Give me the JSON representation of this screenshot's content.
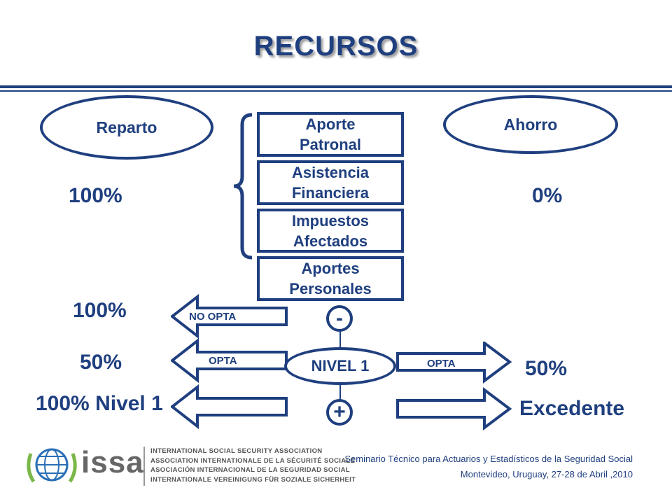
{
  "title": "RECURSOS",
  "left_oval": "Reparto",
  "right_oval": "Ahorro",
  "boxes": [
    "Aporte\nPatronal",
    "Asistencia\nFinanciera",
    "Impuestos\nAfectados",
    "Aportes\nPersonales"
  ],
  "pct_left_top": "100%",
  "pct_right_top": "0%",
  "pct_left_1": "100%",
  "pct_left_2": "50%",
  "pct_left_3": "100% Nivel 1",
  "pct_right_2": "50%",
  "right_excedente": "Excedente",
  "arrow_no_opta": "NO  OPTA",
  "arrow_opta_left": "OPTA",
  "arrow_opta_right": "OPTA",
  "nivel": "NIVEL 1",
  "minus": "-",
  "plus": "+",
  "footer": {
    "line1": "Seminario Técnico para Actuarios y Estadísticos de la Seguridad Social",
    "line2": "Montevideo, Uruguay, 27-28  de Abril ,2010"
  },
  "logo": {
    "word": "issa",
    "lines": [
      "INTERNATIONAL SOCIAL SECURITY ASSOCIATION",
      "ASSOCIATION INTERNATIONALE DE LA SÉCURITÉ SOCIALE",
      "ASOCIACIÓN INTERNACIONAL DE LA SEGURIDAD SOCIAL",
      "INTERNATIONALE VEREINIGUNG FÜR SOZIALE SICHERHEIT"
    ]
  },
  "colors": {
    "primary": "#1f3f7f",
    "logo_green": "#7ab648",
    "logo_blue": "#2a6fb5"
  }
}
